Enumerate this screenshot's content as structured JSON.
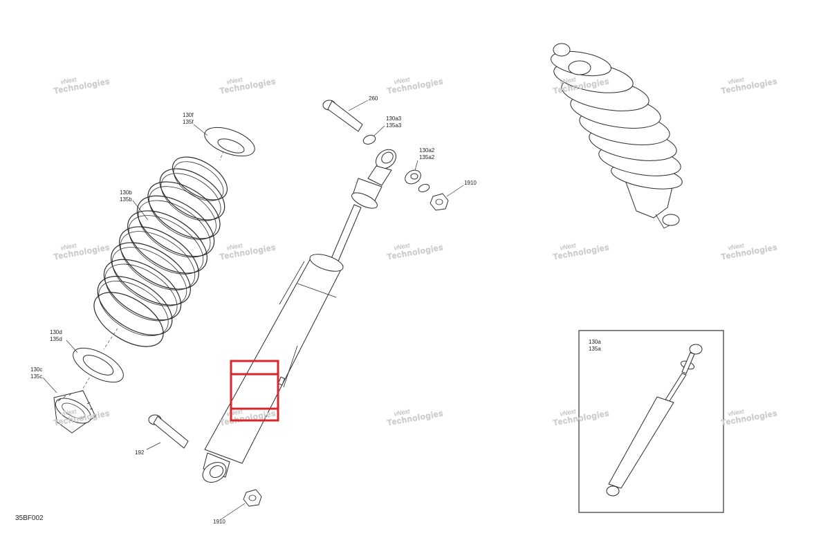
{
  "diagram": {
    "code": "35BF002",
    "watermark": {
      "line1": "vNext",
      "line2": "Technologies"
    },
    "callouts": {
      "c260": "260",
      "c130a3": "130a3",
      "c135a3": "135a3",
      "c130a2": "130a2",
      "c135a2": "135a2",
      "c1910_top": "1910",
      "c130f": "130f",
      "c135f": "135f",
      "c130b": "130b",
      "c135b": "135b",
      "c130d": "130d",
      "c135d": "135d",
      "c130c": "130c",
      "c135c": "135c",
      "c192": "192",
      "c1910_bottom": "1910"
    },
    "inset": {
      "label1": "130a",
      "label2": "135a"
    },
    "highlight_color": "#d8262c"
  }
}
